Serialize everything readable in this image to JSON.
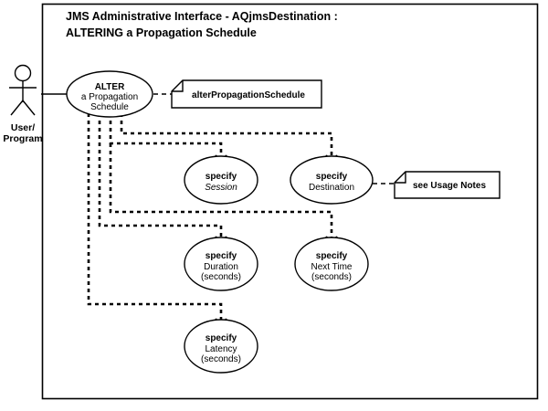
{
  "diagram": {
    "type": "uml-use-case",
    "title_line1": "JMS Administrative Interface  -  AQjmsDestination  :",
    "title_line2": "ALTERING a Propagation Schedule",
    "actor": {
      "name": "actor-user-program",
      "label_line1": "User/",
      "label_line2": "Program"
    },
    "use_cases": [
      {
        "id": "alter-propagation-schedule",
        "line1": "ALTER",
        "line2": "a Propagation",
        "line3": "Schedule"
      },
      {
        "id": "specify-session",
        "line1": "specify",
        "line2": "Session",
        "line3": ""
      },
      {
        "id": "specify-destination",
        "line1": "specify",
        "line2": "Destination",
        "line3": ""
      },
      {
        "id": "specify-duration",
        "line1": "specify",
        "line2": "Duration",
        "line3": "(seconds)"
      },
      {
        "id": "specify-next-time",
        "line1": "specify",
        "line2": "Next Time",
        "line3": "(seconds)"
      },
      {
        "id": "specify-latency",
        "line1": "specify",
        "line2": "Latency",
        "line3": "(seconds)"
      }
    ],
    "notes": [
      {
        "id": "note-alter-propagation-schedule",
        "text": "alterPropagationSchedule"
      },
      {
        "id": "note-see-usage-notes",
        "text": "see Usage Notes"
      }
    ],
    "colors": {
      "stroke": "#000000",
      "background": "#ffffff",
      "text": "#000000"
    }
  }
}
